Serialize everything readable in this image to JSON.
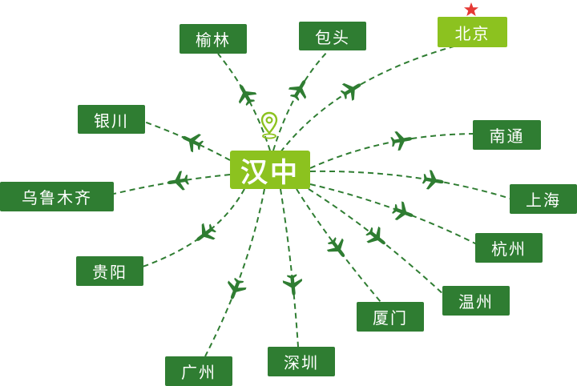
{
  "hub": {
    "name": "汉中"
  },
  "cities": [
    {
      "key": "yulin",
      "name": "榆林"
    },
    {
      "key": "baotou",
      "name": "包头"
    },
    {
      "key": "beijing",
      "name": "北京",
      "capital": true
    },
    {
      "key": "yinchuan",
      "name": "银川"
    },
    {
      "key": "urumqi",
      "name": "乌鲁木齐"
    },
    {
      "key": "nantong",
      "name": "南通"
    },
    {
      "key": "shanghai",
      "name": "上海"
    },
    {
      "key": "hangzhou",
      "name": "杭州"
    },
    {
      "key": "wenzhou",
      "name": "温州"
    },
    {
      "key": "xiamen",
      "name": "厦门"
    },
    {
      "key": "shenzhen",
      "name": "深圳"
    },
    {
      "key": "guangzhou",
      "name": "广州"
    },
    {
      "key": "guiyang",
      "name": "贵阳"
    }
  ],
  "colors": {
    "route": "#2f7d32",
    "plane": "#2f7d32",
    "box": "#2f7d32",
    "hub": "#8cc21f",
    "capital": "#8cc21f",
    "star": "#e53935",
    "pin": "#8cc21f",
    "text": "#ffffff"
  },
  "icons": {
    "plane": "airplane-icon",
    "pin": "location-pin-icon",
    "star": "star-icon"
  }
}
